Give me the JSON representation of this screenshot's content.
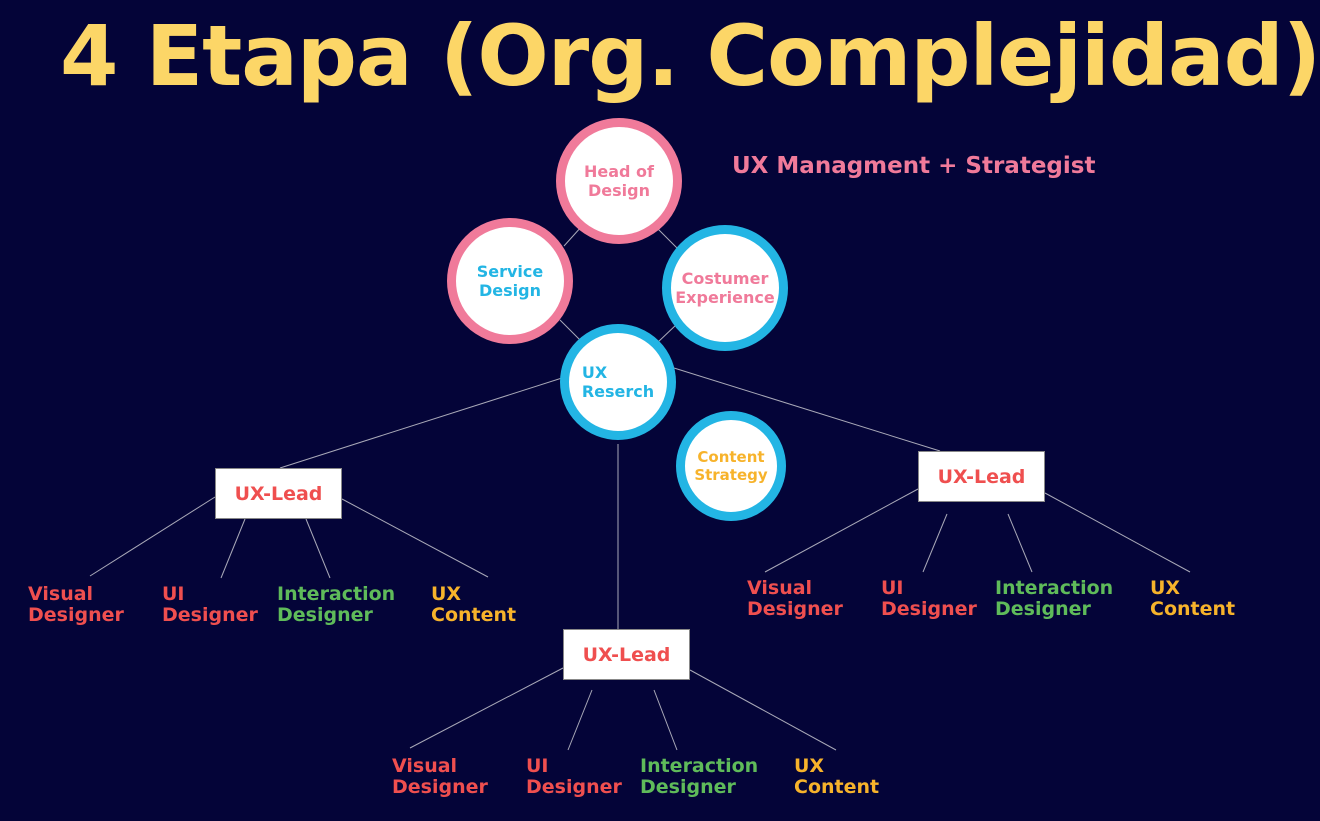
{
  "title": "4 Etapa (Org. Complejidad)",
  "subtitle": "UX Managment + Strategist",
  "circles": {
    "head": "Head of\nDesign",
    "service": "Service\nDesign",
    "costumer": "Costumer\nExperience",
    "ux_research": "UX\nReserch",
    "content": "Content\nStrategy"
  },
  "leads": {
    "left": "UX-Lead",
    "right": "UX-Lead",
    "center": "UX-Lead"
  },
  "roles": {
    "left": {
      "visual": "Visual\nDesigner",
      "ui": "UI\nDesigner",
      "interaction": "Interaction\nDesigner",
      "content": "UX\nContent"
    },
    "right": {
      "visual": "Visual\nDesigner",
      "ui": "UI\nDesigner",
      "interaction": "Interaction\nDesigner",
      "content": "UX\nContent"
    },
    "center": {
      "visual": "Visual\nDesigner",
      "ui": "UI\nDesigner",
      "interaction": "Interaction\nDesigner",
      "content": "UX\nContent"
    }
  },
  "colors": {
    "background": "#040438",
    "title": "#fcd667",
    "pink": "#f07a9a",
    "blue": "#23b5e4",
    "red": "#ef4f4f",
    "green": "#5fbb5a",
    "yellow": "#f7b32b"
  }
}
